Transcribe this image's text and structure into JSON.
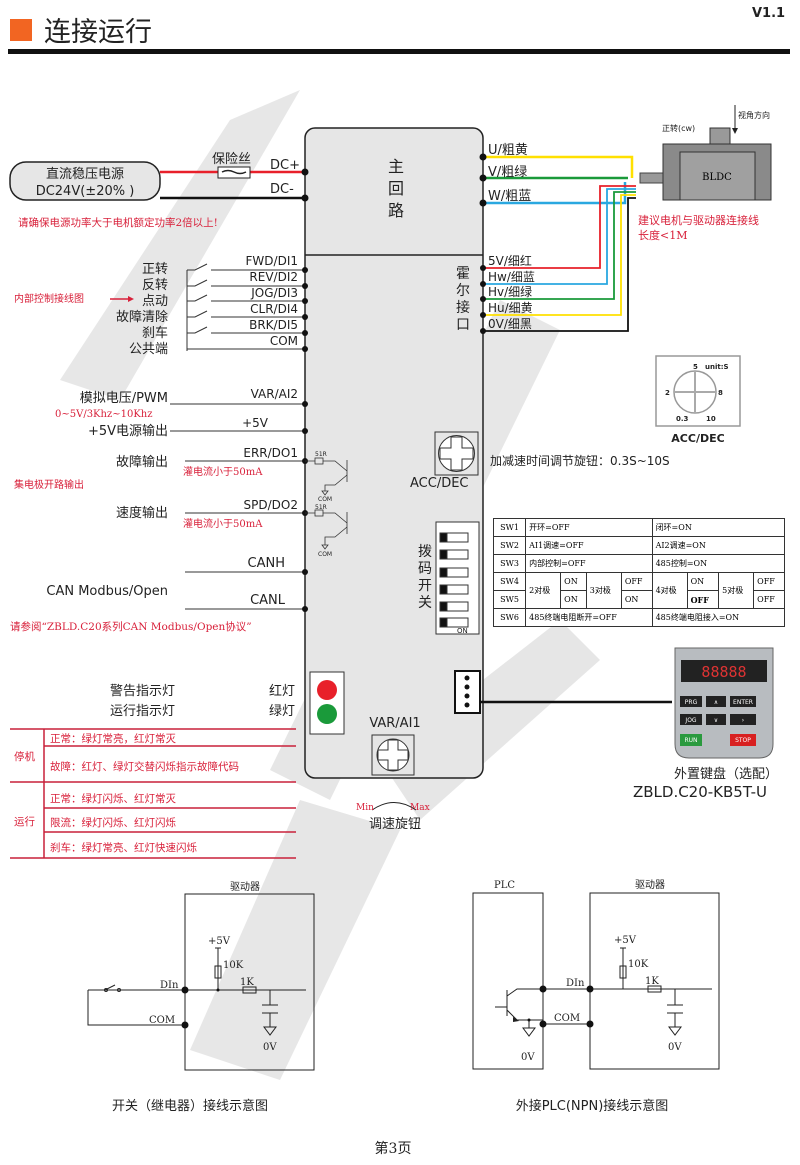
{
  "header": {
    "title": "连接运行",
    "version": "V1.1"
  },
  "power": {
    "name": "直流稳压电源",
    "spec": "DC24V(±20% )",
    "fuse": "保险丝",
    "dc_plus": "DC+",
    "dc_minus": "DC-",
    "note": "请确保电源功率大于电机额定功率2倍以上!"
  },
  "main_circuit": {
    "label": [
      "主",
      "回",
      "路"
    ]
  },
  "motor": {
    "label": "BLDC",
    "rotation": "正转(cw)",
    "view": "视角方向",
    "note1": "建议电机与驱动器连接线",
    "note2": "长度<1M"
  },
  "phases": [
    "U/粗黄",
    "V/粗绿",
    "W/粗蓝"
  ],
  "hall": {
    "label": [
      "霍",
      "尔",
      "接",
      "口"
    ],
    "pins": [
      "5V/细红",
      "Hw/细蓝",
      "Hv/细绿",
      "Hu/细黄",
      "0V/细黑"
    ]
  },
  "inputs": {
    "names": [
      "正转",
      "反转",
      "点动",
      "故障清除",
      "刹车",
      "公共端"
    ],
    "pins": [
      "FWD/DI1",
      "REV/DI2",
      "JOG/DI3",
      "CLR/DI4",
      "BRK/DI5",
      "COM"
    ],
    "note": "内部控制接线图"
  },
  "analog": {
    "label": "模拟电压/PWM",
    "pin": "VAR/AI2",
    "range": "0~5V/3Khz~10Khz",
    "out_label": "+5V电源输出",
    "out_pin": "+5V"
  },
  "outputs": {
    "fault": "故障输出",
    "fault_pin": "ERR/DO1",
    "speed": "速度输出",
    "speed_pin": "SPD/DO2",
    "sink": "灌电流小于50mA",
    "oc": "集电极开路输出",
    "res": "51R",
    "com": "COM"
  },
  "can": {
    "label": "CAN Modbus/Open",
    "h": "CANH",
    "l": "CANL",
    "note": "请参阅“ZBLD.C20系列CAN Modbus/Open协议”"
  },
  "accdec": {
    "label": "ACC/DEC",
    "desc": "加减速时间调节旋钮：0.3S~10S",
    "unit": "unit:S",
    "ticks": [
      "5",
      "2",
      "8",
      "0.3",
      "10"
    ]
  },
  "dip": {
    "label": [
      "拨",
      "码",
      "开",
      "关"
    ],
    "on": "ON"
  },
  "sw_table": [
    [
      "SW1",
      "开环=OFF",
      "闭环=ON"
    ],
    [
      "SW2",
      "AI1调速=OFF",
      "AI2调速=ON"
    ],
    [
      "SW3",
      "内部控制=OFF",
      "485控制=ON"
    ],
    [
      "SW4",
      "2对极",
      "ON",
      "3对极",
      "OFF",
      "4对极",
      "ON",
      "5对极",
      "OFF"
    ],
    [
      "SW5",
      "ON",
      "ON",
      "OFF",
      "OFF"
    ],
    [
      "SW6",
      "485终端电阻断开=OFF",
      "485终端电阻接入=ON"
    ]
  ],
  "lights": {
    "warn": "警告指示灯",
    "run": "运行指示灯",
    "red": "红灯",
    "green": "绿灯"
  },
  "speed_knob": {
    "pin": "VAR/AI1",
    "label": "调速旋钮",
    "min": "Min",
    "max": "Max"
  },
  "status": {
    "stop": "停机",
    "run": "运行",
    "rows": [
      "正常：绿灯常亮，红灯常灭",
      "故障：红灯、绿灯交替闪烁指示故障代码",
      "正常：绿灯闪烁、红灯常灭",
      "限流：绿灯闪烁、红灯闪烁",
      "刹车：绿灯常亮、红灯快速闪烁"
    ]
  },
  "keypad": {
    "label": "外置键盘（选配）",
    "model": "ZBLD.C20-KB5T-U",
    "display": "88888",
    "keys": [
      "PRG",
      "∧",
      "ENTER",
      "JOG",
      "∨",
      "&gt;",
      "RUN",
      "STOP"
    ]
  },
  "diagram1": {
    "driver": "驱动器",
    "v5": "+5V",
    "r1": "10K",
    "r2": "1K",
    "din": "DIn",
    "com": "COM",
    "gnd": "0V",
    "caption": "开关（继电器）接线示意图"
  },
  "diagram2": {
    "plc": "PLC",
    "driver": "驱动器",
    "v5": "+5V",
    "r1": "10K",
    "r2": "1K",
    "din": "DIn",
    "com": "COM",
    "gnd": "0V",
    "caption": "外接PLC(NPN)接线示意图"
  },
  "footer": {
    "page": "第3页"
  },
  "colors": {
    "accent": "#f26522",
    "red": "#e8202a",
    "yellow": "#ffe000",
    "green": "#1a9a3a",
    "blue": "#2aa8e0"
  }
}
